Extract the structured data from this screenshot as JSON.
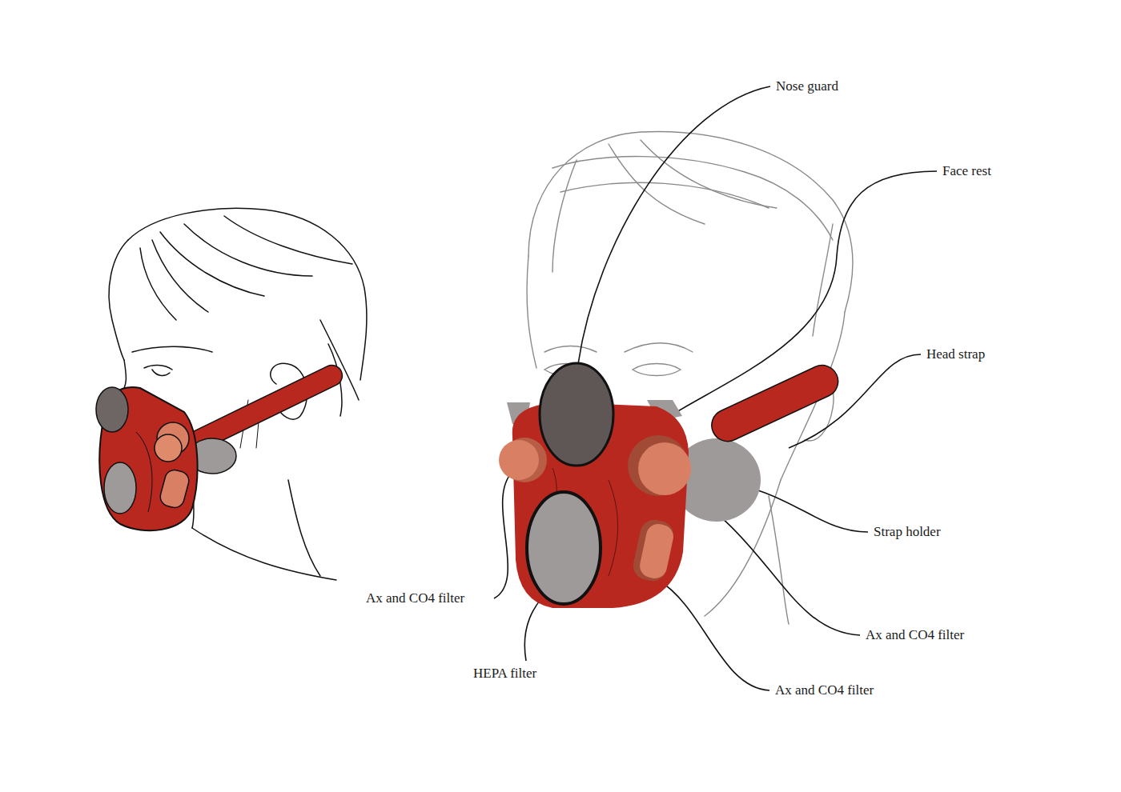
{
  "diagram": {
    "labels": [
      "Nose guard",
      "Face rest",
      "Head strap",
      "Strap holder",
      "Ax and CO4 filter",
      "Ax and CO4 filter",
      "HEPA filter",
      "Ax and CO4 filter"
    ]
  }
}
